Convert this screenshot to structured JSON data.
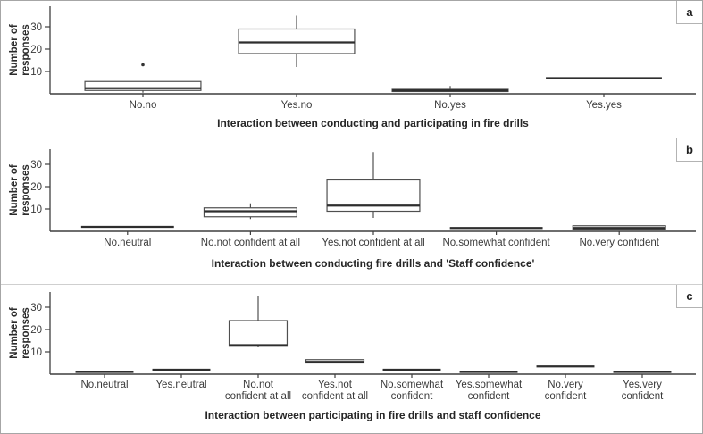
{
  "figure": {
    "ylabel_line1": "Number of",
    "ylabel_line2": "responses",
    "y_ticks": [
      10,
      20,
      30
    ]
  },
  "chart_data": [
    {
      "type": "boxplot",
      "panel": "a",
      "title": "Interaction between conducting and participating in fire drills",
      "ylabel": "Number of responses",
      "ylim": [
        0,
        37
      ],
      "y_ticks": [
        10,
        20,
        30
      ],
      "grid": false,
      "categories": [
        "No.no",
        "Yes.no",
        "No.yes",
        "Yes.yes"
      ],
      "category_label_lines": [
        [
          "No.no"
        ],
        [
          "Yes.no"
        ],
        [
          "No.yes"
        ],
        [
          "Yes.yes"
        ]
      ],
      "boxes": [
        {
          "category": "No.no",
          "whisker_low": 0.5,
          "q1": 1.5,
          "median": 2.5,
          "q3": 5.5,
          "whisker_high": 5.5,
          "outliers": [
            13
          ]
        },
        {
          "category": "Yes.no",
          "whisker_low": 12,
          "q1": 18,
          "median": 23,
          "q3": 29,
          "whisker_high": 35,
          "outliers": []
        },
        {
          "category": "No.yes",
          "whisker_low": 1,
          "q1": 1,
          "median": 1.5,
          "q3": 2,
          "whisker_high": 3.5,
          "outliers": []
        },
        {
          "category": "Yes.yes",
          "whisker_low": 7,
          "q1": 7,
          "median": 7,
          "q3": 7,
          "whisker_high": 7,
          "outliers": []
        }
      ]
    },
    {
      "type": "boxplot",
      "panel": "b",
      "title": "Interaction between conducting fire drills and 'Staff confidence'",
      "ylabel": "Number of responses",
      "ylim": [
        0,
        37
      ],
      "y_ticks": [
        10,
        20,
        30
      ],
      "grid": false,
      "categories": [
        "No.neutral",
        "No.not confident at all",
        "Yes.not confident at all",
        "No.somewhat confident",
        "No.very confident"
      ],
      "category_label_lines": [
        [
          "No.neutral"
        ],
        [
          "No.not confident at all"
        ],
        [
          "Yes.not confident at all"
        ],
        [
          "No.somewhat confident"
        ],
        [
          "No.very confident"
        ]
      ],
      "boxes": [
        {
          "category": "No.neutral",
          "whisker_low": 2,
          "q1": 2,
          "median": 2,
          "q3": 2,
          "whisker_high": 2,
          "outliers": []
        },
        {
          "category": "No.not confident at all",
          "whisker_low": 5.5,
          "q1": 6.5,
          "median": 9,
          "q3": 10.5,
          "whisker_high": 12.5,
          "outliers": []
        },
        {
          "category": "Yes.not confident at all",
          "whisker_low": 6,
          "q1": 9,
          "median": 11.5,
          "q3": 23,
          "whisker_high": 35.5,
          "outliers": []
        },
        {
          "category": "No.somewhat confident",
          "whisker_low": 1.5,
          "q1": 1.5,
          "median": 1.5,
          "q3": 1.5,
          "whisker_high": 1.5,
          "outliers": []
        },
        {
          "category": "No.very confident",
          "whisker_low": 1,
          "q1": 1,
          "median": 1.5,
          "q3": 2.5,
          "whisker_high": 2.5,
          "outliers": []
        }
      ]
    },
    {
      "type": "boxplot",
      "panel": "c",
      "title": "Interaction between participating in fire drills and staff confidence",
      "ylabel": "Number of responses",
      "ylim": [
        0,
        37
      ],
      "y_ticks": [
        10,
        20,
        30
      ],
      "grid": false,
      "categories": [
        "No.neutral",
        "Yes.neutral",
        "No.not confident at all",
        "Yes.not confident at all",
        "No.somewhat confident",
        "Yes.somewhat confident",
        "No.very confident",
        "Yes.very confident"
      ],
      "category_label_lines": [
        [
          "No.neutral"
        ],
        [
          "Yes.neutral"
        ],
        [
          "No.not",
          "confident at all"
        ],
        [
          "Yes.not",
          "confident at all"
        ],
        [
          "No.somewhat",
          "confident"
        ],
        [
          "Yes.somewhat",
          "confident"
        ],
        [
          "No.very",
          "confident"
        ],
        [
          "Yes.very",
          "confident"
        ]
      ],
      "boxes": [
        {
          "category": "No.neutral",
          "whisker_low": 1,
          "q1": 1,
          "median": 1,
          "q3": 1,
          "whisker_high": 1,
          "outliers": []
        },
        {
          "category": "Yes.neutral",
          "whisker_low": 2,
          "q1": 2,
          "median": 2,
          "q3": 2,
          "whisker_high": 2,
          "outliers": []
        },
        {
          "category": "No.not confident at all",
          "whisker_low": 12,
          "q1": 12.5,
          "median": 13,
          "q3": 24,
          "whisker_high": 35,
          "outliers": []
        },
        {
          "category": "Yes.not confident at all",
          "whisker_low": 5,
          "q1": 5,
          "median": 5.5,
          "q3": 6.5,
          "whisker_high": 6.5,
          "outliers": []
        },
        {
          "category": "No.somewhat confident",
          "whisker_low": 2,
          "q1": 2,
          "median": 2,
          "q3": 2,
          "whisker_high": 2,
          "outliers": []
        },
        {
          "category": "Yes.somewhat confident",
          "whisker_low": 1,
          "q1": 1,
          "median": 1,
          "q3": 1,
          "whisker_high": 1,
          "outliers": []
        },
        {
          "category": "No.very confident",
          "whisker_low": 3.5,
          "q1": 3.5,
          "median": 3.5,
          "q3": 3.5,
          "whisker_high": 3.5,
          "outliers": []
        },
        {
          "category": "Yes.very confident",
          "whisker_low": 1,
          "q1": 1,
          "median": 1,
          "q3": 1,
          "whisker_high": 1,
          "outliers": []
        }
      ]
    }
  ]
}
